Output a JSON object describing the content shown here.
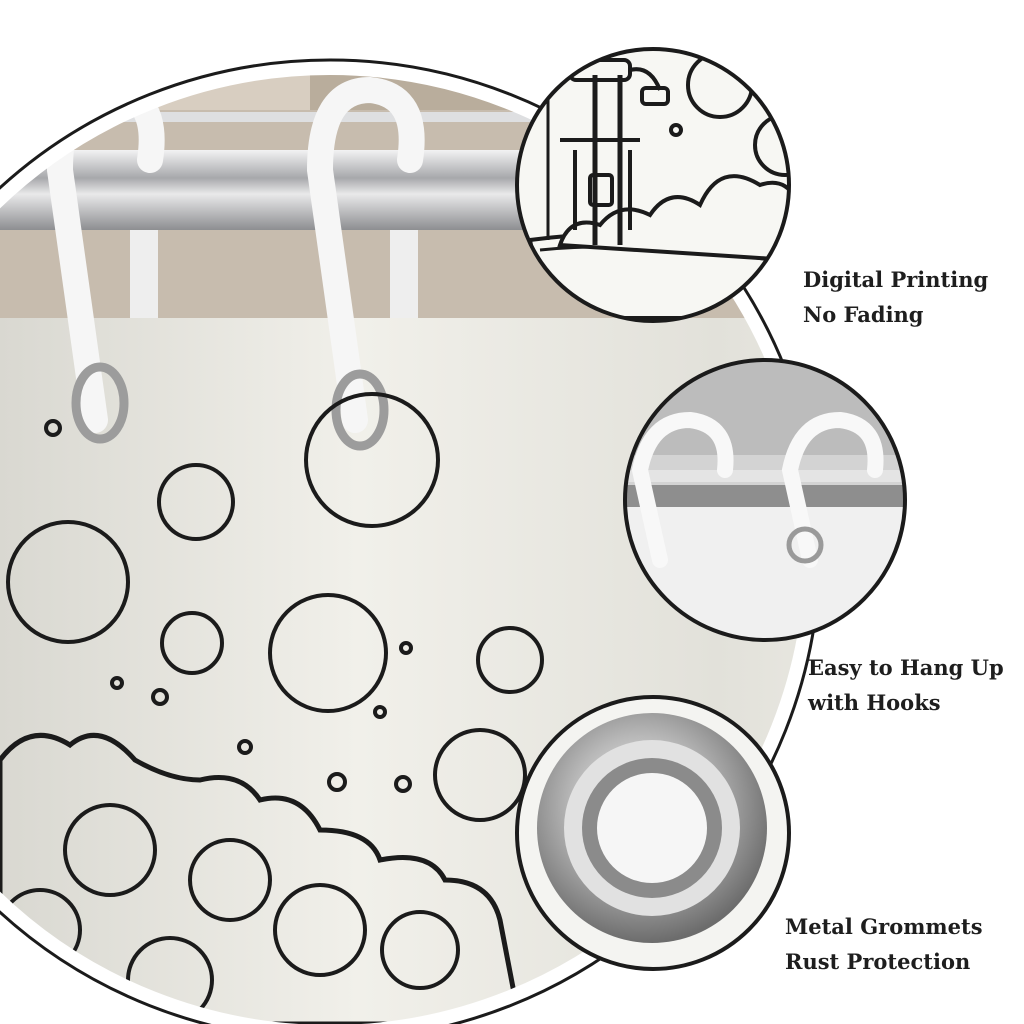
{
  "features": [
    {
      "line1": "Digital Printing",
      "line2": "No Fading",
      "detail_icon": "clawfoot-bathtub-illustration"
    },
    {
      "line1": "Easy to Hang Up",
      "line2": "with Hooks",
      "detail_icon": "shower-hooks-photo"
    },
    {
      "line1": "Metal Grommets",
      "line2": "Rust Protection",
      "detail_icon": "metal-grommet-photo"
    }
  ],
  "colors": {
    "background": "#ffffff",
    "curtain": "#ecebe5",
    "ink": "#1b1b1b",
    "rod": "#c9cacd",
    "hook": "#f6f6f6",
    "wall": "#c7bcae"
  }
}
